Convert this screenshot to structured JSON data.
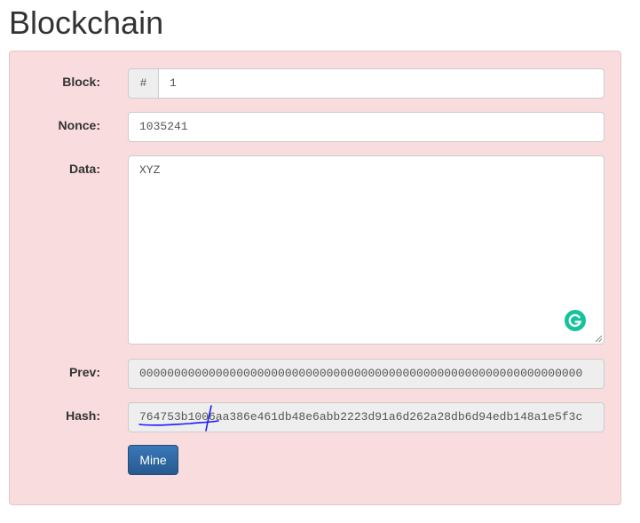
{
  "page": {
    "title": "Blockchain"
  },
  "block": {
    "label": "Block:",
    "addon": "#",
    "value": "1"
  },
  "nonce": {
    "label": "Nonce:",
    "value": "1035241"
  },
  "data_field": {
    "label": "Data:",
    "value": "XYZ"
  },
  "prev": {
    "label": "Prev:",
    "value": "0000000000000000000000000000000000000000000000000000000000000000"
  },
  "hash": {
    "label": "Hash:",
    "value": "764753b1006aa386e461db48e6abb2223d91a6d262a28db6d94edb148a1e5f3c"
  },
  "actions": {
    "mine_label": "Mine"
  },
  "colors": {
    "panel_bg": "#f9dcdd",
    "button_bg": "#337ab7",
    "grammarly": "#15c39a",
    "annotation_ink": "#1a1aff"
  },
  "icons": [
    "grammarly-icon",
    "resize-handle-icon"
  ]
}
